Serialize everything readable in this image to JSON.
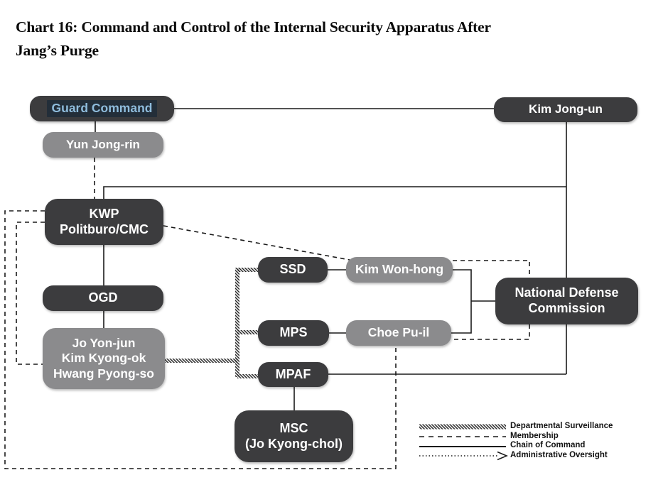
{
  "title": {
    "line1": "Chart 16: Command and Control of the Internal Security Apparatus After",
    "line2": "Jang’s Purge"
  },
  "nodes": {
    "guard_command": {
      "label": "Guard Command"
    },
    "kim_jong_un": {
      "label": "Kim Jong-un"
    },
    "yun_jong_rin": {
      "label": "Yun Jong-rin"
    },
    "kwp_politburo_cmc": {
      "lines": [
        "KWP",
        "Politburo/CMC"
      ]
    },
    "ogd": {
      "label": "OGD"
    },
    "ogd_officials": {
      "lines": [
        "Jo Yon-jun",
        "Kim Kyong-ok",
        "Hwang Pyong-so"
      ]
    },
    "ssd": {
      "label": "SSD"
    },
    "kim_won_hong": {
      "label": "Kim Won-hong"
    },
    "mps": {
      "label": "MPS"
    },
    "choe_pu_il": {
      "label": "Choe Pu-il"
    },
    "mpaf": {
      "label": "MPAF"
    },
    "msc": {
      "lines": [
        "MSC",
        "(Jo Kyong-chol)"
      ]
    },
    "ndc": {
      "lines": [
        "National Defense",
        "Commission"
      ]
    }
  },
  "edges": [
    {
      "from": "guard_command",
      "to": "kim_jong_un",
      "type": "chain-of-command"
    },
    {
      "from": "guard_command",
      "to": "yun_jong_rin",
      "type": "chain-of-command"
    },
    {
      "from": "kim_jong_un",
      "to": "kwp_politburo_cmc",
      "type": "chain-of-command"
    },
    {
      "from": "kim_jong_un",
      "to": "ndc",
      "type": "chain-of-command"
    },
    {
      "from": "kim_jong_un",
      "to": "mpaf",
      "type": "chain-of-command"
    },
    {
      "from": "kwp_politburo_cmc",
      "to": "ogd",
      "type": "chain-of-command"
    },
    {
      "from": "ogd",
      "to": "ogd_officials",
      "type": "chain-of-command"
    },
    {
      "from": "ssd",
      "to": "kim_won_hong",
      "type": "chain-of-command"
    },
    {
      "from": "mps",
      "to": "choe_pu_il",
      "type": "chain-of-command"
    },
    {
      "from": "kim_won_hong",
      "to": "ndc",
      "type": "chain-of-command"
    },
    {
      "from": "choe_pu_il",
      "to": "ndc",
      "type": "chain-of-command"
    },
    {
      "from": "mpaf",
      "to": "msc",
      "type": "chain-of-command"
    },
    {
      "from": "yun_jong_rin",
      "to": "kwp_politburo_cmc",
      "type": "membership"
    },
    {
      "from": "kwp_politburo_cmc",
      "to": "kim_won_hong",
      "type": "membership"
    },
    {
      "from": "kim_won_hong",
      "to": "choe_pu_il",
      "via": "ndc",
      "type": "membership"
    },
    {
      "from": "kwp_politburo_cmc",
      "to": "choe_pu_il",
      "type": "membership"
    },
    {
      "from": "kwp_politburo_cmc",
      "to": "ogd_officials",
      "type": "membership"
    },
    {
      "from": "ogd_officials",
      "to": "ssd",
      "type": "departmental-surveillance"
    },
    {
      "from": "ogd_officials",
      "to": "mps",
      "type": "departmental-surveillance"
    },
    {
      "from": "ogd_officials",
      "to": "mpaf",
      "type": "departmental-surveillance"
    }
  ],
  "legend": [
    {
      "style": "hatched",
      "label": "Departmental Surveillance"
    },
    {
      "style": "dashed",
      "label": "Membership"
    },
    {
      "style": "solid",
      "label": "Chain of Command"
    },
    {
      "style": "dotted-arrow",
      "label": "Administrative Oversight"
    }
  ],
  "colors": {
    "dark_box": "#3c3c3e",
    "gray_box": "#8b8b8d",
    "line": "#1a1a1a",
    "guard_text": "#8fbcdc",
    "guard_text_highlight": "#232e39",
    "box_text": "#ffffff",
    "title_text": "#0a0a0a"
  }
}
